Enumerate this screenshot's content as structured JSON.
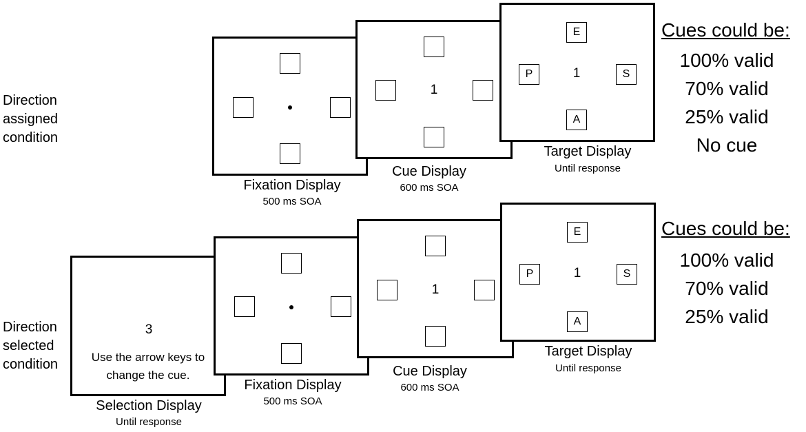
{
  "top": {
    "condition_label": "Direction assigned condition",
    "fixation": {
      "title": "Fixation Display",
      "sub": "500 ms SOA"
    },
    "cue": {
      "title": "Cue Display",
      "sub": "600 ms SOA",
      "number": "1"
    },
    "target": {
      "title": "Target Display",
      "sub": "Until response",
      "number": "1",
      "letters": {
        "top": "E",
        "left": "P",
        "right": "S",
        "bottom": "A"
      }
    },
    "cues_heading": "Cues could be:",
    "cues": [
      "100% valid",
      "70% valid",
      "25% valid",
      "No cue"
    ]
  },
  "bottom": {
    "condition_label": "Direction selected condition",
    "selection": {
      "title": "Selection Display",
      "sub": "Until response",
      "number": "3",
      "instruction": "Use the arrow keys to change the cue."
    },
    "fixation": {
      "title": "Fixation Display",
      "sub": "500 ms SOA"
    },
    "cue": {
      "title": "Cue Display",
      "sub": "600 ms SOA",
      "number": "1"
    },
    "target": {
      "title": "Target Display",
      "sub": "Until response",
      "number": "1",
      "letters": {
        "top": "E",
        "left": "P",
        "right": "S",
        "bottom": "A"
      }
    },
    "cues_heading": "Cues could be:",
    "cues": [
      "100% valid",
      "70% valid",
      "25% valid"
    ]
  }
}
